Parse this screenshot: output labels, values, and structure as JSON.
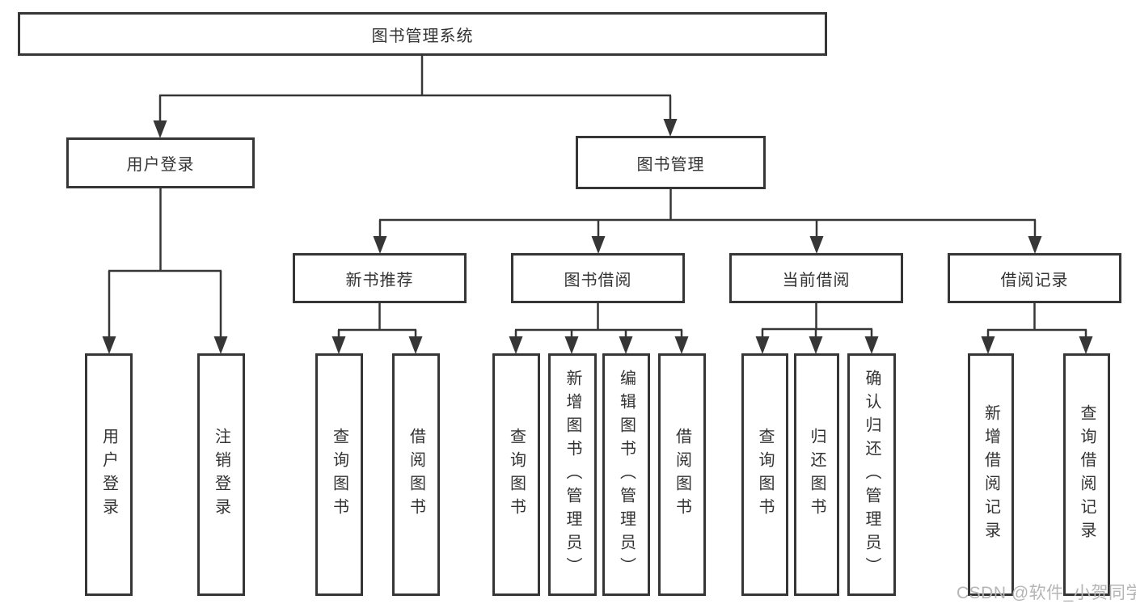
{
  "root": {
    "label": "图书管理系统"
  },
  "level2": {
    "user_login": "用户登录",
    "book_mgmt": "图书管理"
  },
  "level3": {
    "new_books": "新书推荐",
    "book_borrow": "图书借阅",
    "current_borrow": "当前借阅",
    "borrow_records": "借阅记录"
  },
  "leaves": {
    "user_login": [
      "用户登录",
      "注销登录"
    ],
    "new_books": [
      "查询图书",
      "借阅图书"
    ],
    "book_borrow": [
      "查询图书",
      "新增图书（管理员）",
      "编辑图书（管理员）",
      "借阅图书"
    ],
    "current_borrow": [
      "查询图书",
      "归还图书",
      "确认归还（管理员）"
    ],
    "borrow_records": [
      "新增借阅记录",
      "查询借阅记录"
    ]
  },
  "watermark": "CSDN @软件_小贺同学",
  "colors": {
    "line": "#363636",
    "border": "#363636",
    "text": "#333333",
    "watermark": "#b5b5b5",
    "background": "#ffffff"
  }
}
